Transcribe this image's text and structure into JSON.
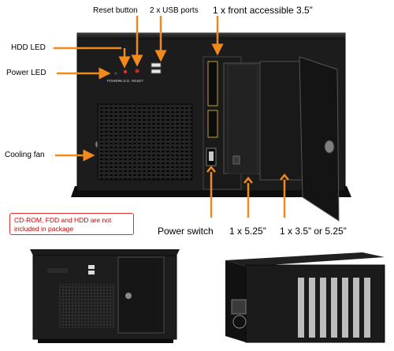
{
  "labels": {
    "reset_button": "Reset button",
    "usb_ports": "2 x USB ports",
    "front_35": "1 x front accessible 3.5”",
    "hdd_led": "HDD LED",
    "power_led": "Power LED",
    "cooling_fan": "Cooling fan",
    "power_switch": "Power switch",
    "bay_525": "1 x 5.25”",
    "bay_35_525": "1 x 3.5” or 5.25”"
  },
  "front_panel": {
    "power_text": "POWER",
    "hdd_text": "H.D.D.",
    "reset_text": "RESET"
  },
  "note": {
    "text": "CD-ROM, FDD and HDD are not included in package"
  },
  "colors": {
    "arrow": "#f08a1e",
    "note_border": "#dd3333",
    "note_text": "#cc0000",
    "chassis": "#1c1c1c"
  }
}
